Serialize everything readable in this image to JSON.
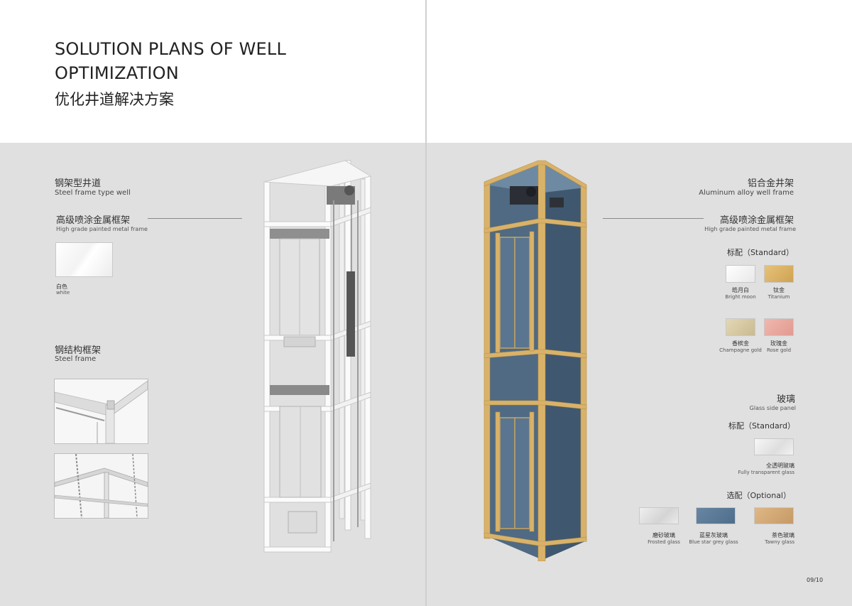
{
  "header": {
    "title_en_line1": "SOLUTION PLANS OF WELL",
    "title_en_line2": "OPTIMIZATION",
    "title_cn": "优化井道解决方案"
  },
  "left": {
    "well": {
      "cn": "钢架型井道",
      "en": "Steel frame type well"
    },
    "finish": {
      "cn": "高级喷涂金属框架",
      "en": "High grade painted metal frame"
    },
    "swatch": {
      "cn": "白色",
      "en": "white",
      "color": "#ffffff"
    },
    "frame": {
      "cn": "钢结构框架",
      "en": "Steel frame"
    }
  },
  "right": {
    "frame": {
      "cn": "铝合金井架",
      "en": "Aluminum alloy well frame"
    },
    "finish": {
      "cn": "高级喷涂金属框架",
      "en": "High grade painted metal frame"
    },
    "standard1": "标配（Standard）",
    "colors": [
      {
        "cn": "皓月白",
        "en": "Bright moon",
        "color": "#f4f4f4"
      },
      {
        "cn": "钛金",
        "en": "Titanium",
        "color": "#d9b56a"
      },
      {
        "cn": "香槟金",
        "en": "Champagne gold",
        "color": "#d8cba4"
      },
      {
        "cn": "玫瑰金",
        "en": "Rose gold",
        "color": "#e9a9a0"
      }
    ],
    "glass": {
      "cn": "玻璃",
      "en": "Glass side panel"
    },
    "standard2": "标配（Standard）",
    "glass_standard": {
      "cn": "全透明玻璃",
      "en": "Fully transparent glass",
      "color": "#ececec"
    },
    "optional": "选配（Optional）",
    "glass_optional": [
      {
        "cn": "磨砂玻璃",
        "en": "Frosted glass",
        "color": "#e2e2e2"
      },
      {
        "cn": "蓝星灰玻璃",
        "en": "Blue star grey glass",
        "color": "#5d7d9a"
      },
      {
        "cn": "茶色玻璃",
        "en": "Tawny glass",
        "color": "#cfa777"
      }
    ]
  },
  "page_number": "09/10"
}
